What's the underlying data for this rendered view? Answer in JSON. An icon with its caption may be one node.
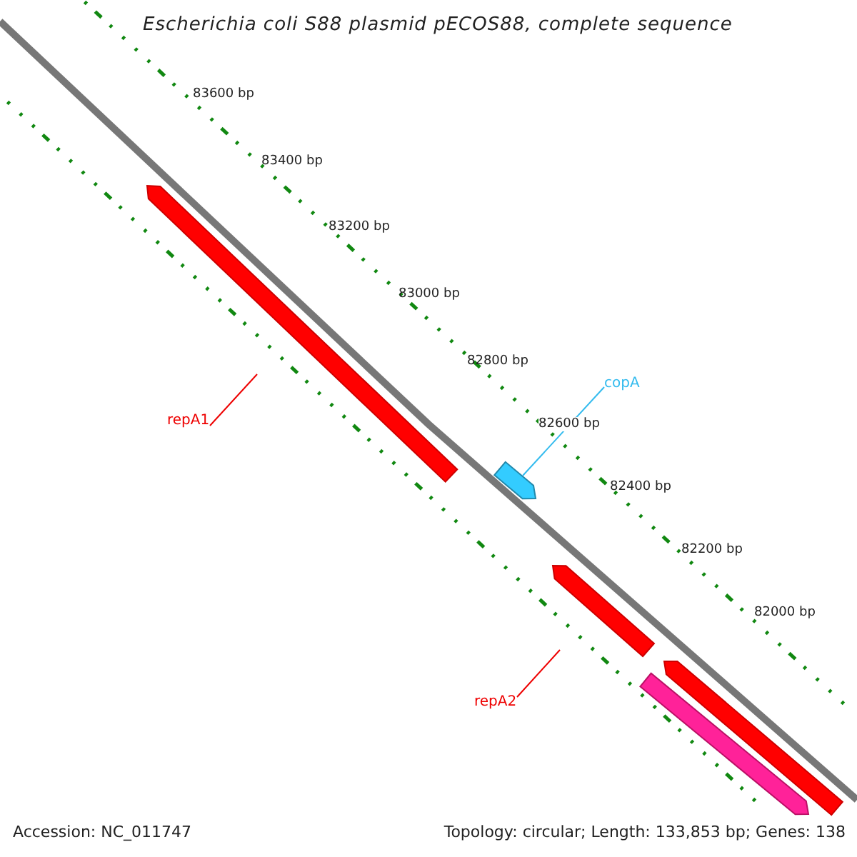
{
  "diagram": {
    "title": "Escherichia coli S88 plasmid pECOS88, complete sequence",
    "nodes": [
      {
        "text": [],
        "shape": "bar"
      },
      {
        "text": [
          "copA"
        ]
      },
      {
        "text": [
          "repA1"
        ]
      },
      {
        "text": [],
        "shape": "bar"
      },
      {
        "text": [],
        "shape": "bar"
      },
      {
        "text": [],
        "shape": "bar"
      },
      {
        "text": [],
        "shape": "bar"
      },
      {
        "text": [
          "repA2"
        ]
      }
    ],
    "edges": [
      {
        "from": 2,
        "to": 0,
        "arrow": "none"
      },
      {
        "from": 1,
        "to": 3,
        "arrow": "none",
        "color": "#33bbee"
      },
      {
        "from": 7,
        "to": 4,
        "arrow": "none"
      }
    ],
    "labels": [
      "83600 bp",
      "83400 bp",
      "83200 bp",
      "83000 bp",
      "82800 bp",
      "82600 bp",
      "82400 bp",
      "82200 bp",
      "82000 bp",
      "Accession: NC_011747",
      "Topology: circular; Length: 133,853 bp; Genes: 138"
    ]
  }
}
